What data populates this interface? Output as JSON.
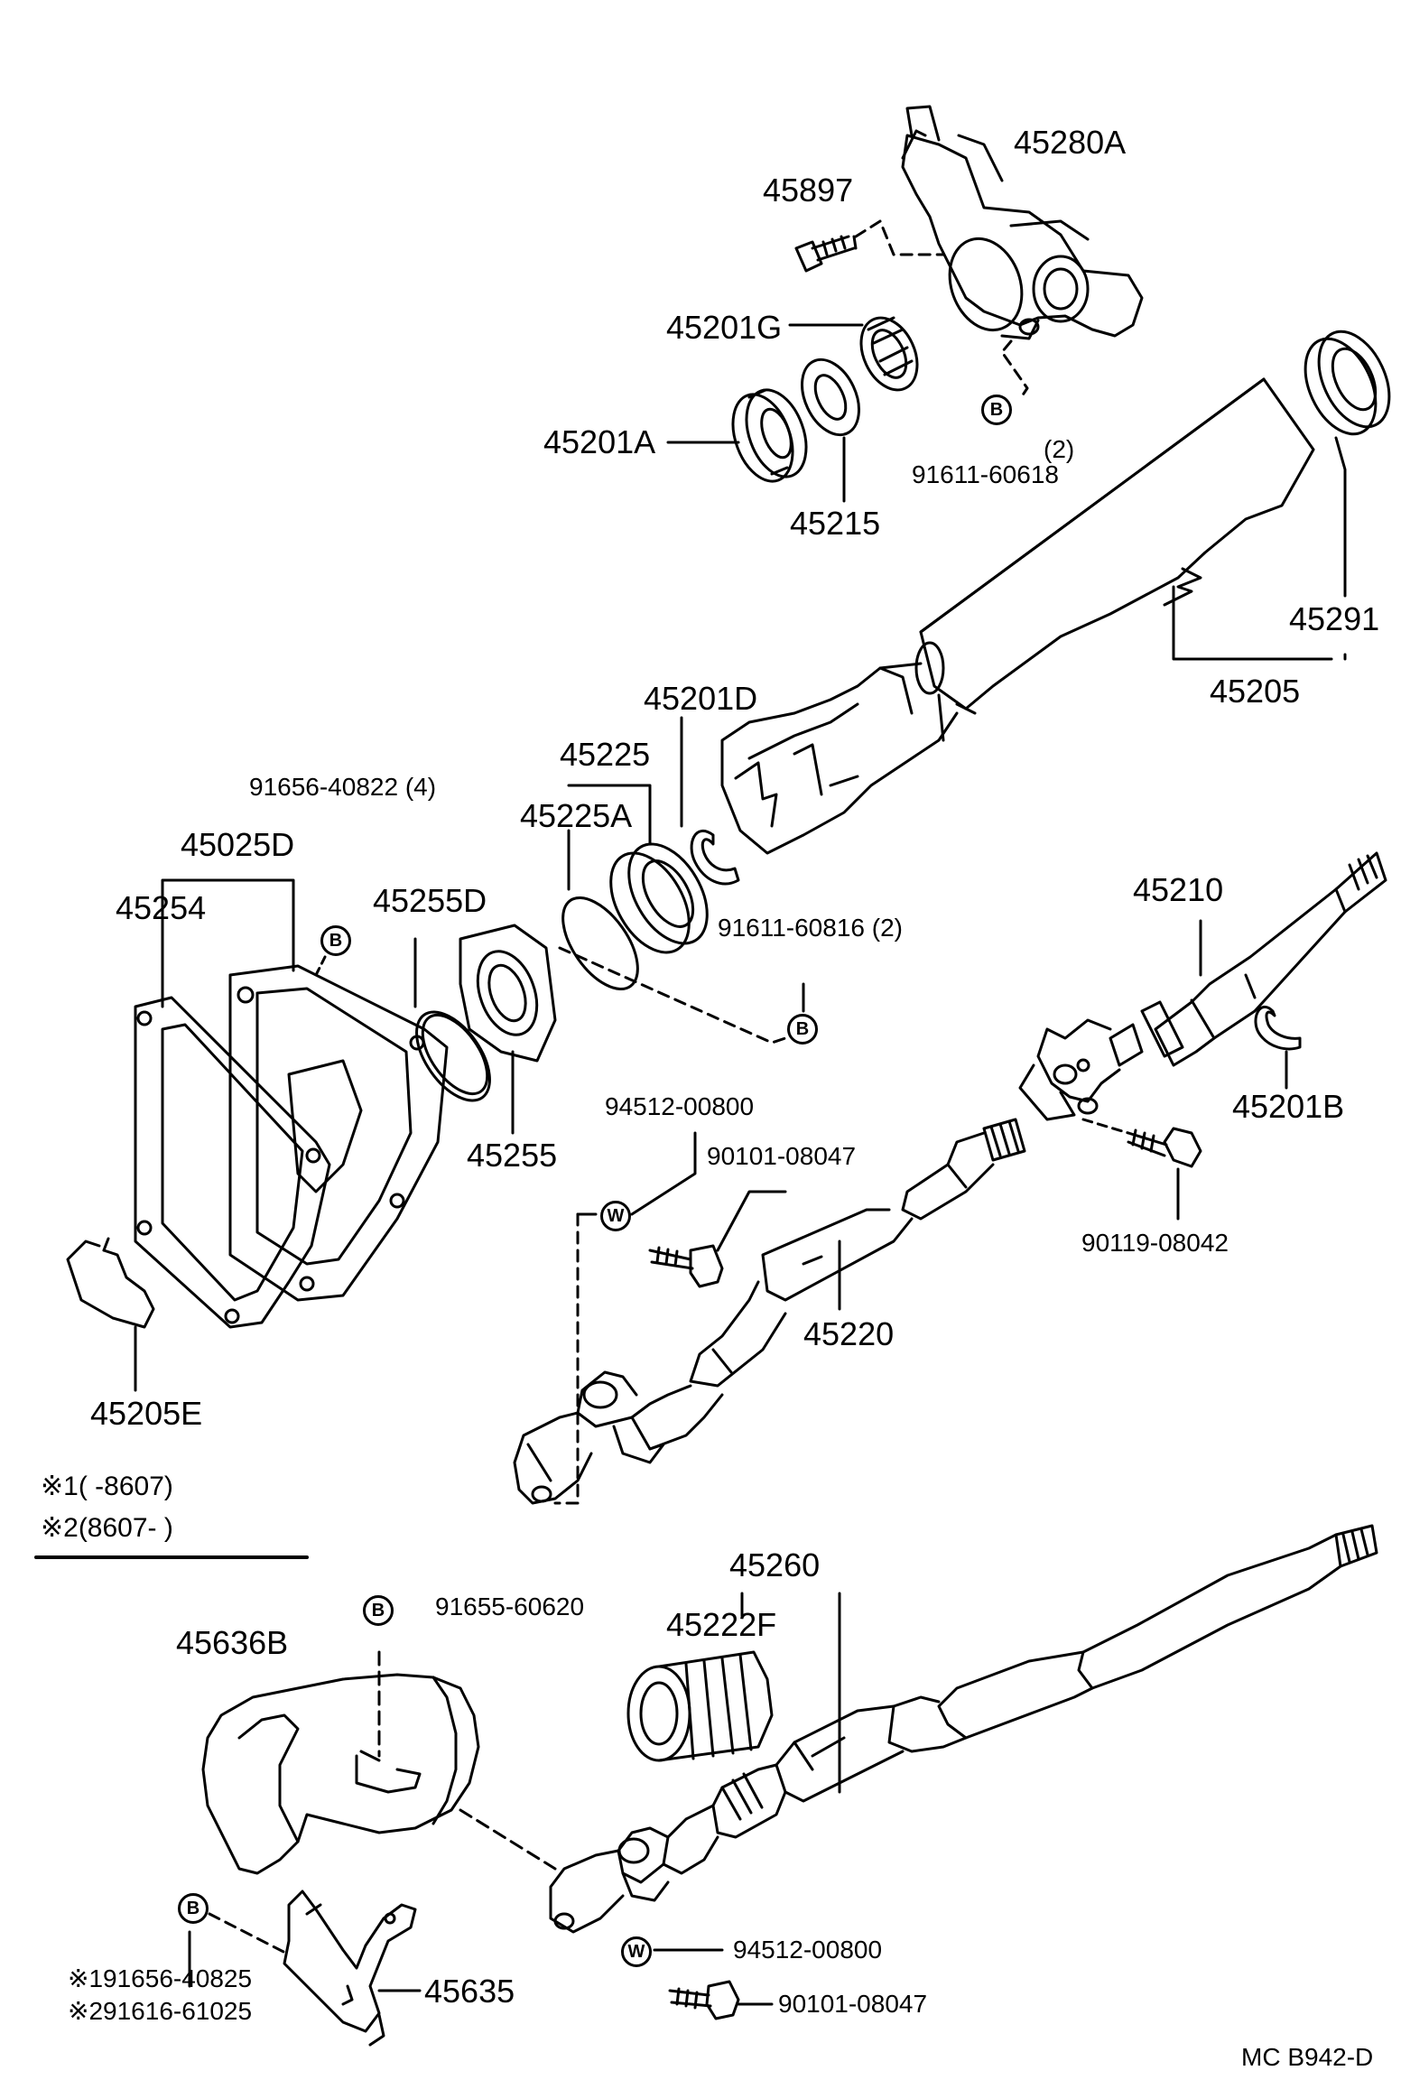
{
  "labels": {
    "p45280A": "45280A",
    "p45897": "45897",
    "p45201G": "45201G",
    "p45201A": "45201A",
    "p45215": "45215",
    "b_mark": "B",
    "w_mark": "W",
    "p91611_60618": "91611-60618",
    "p91611_60618_qty": "(2)",
    "p45291": "45291",
    "p45205": "45205",
    "p45201D": "45201D",
    "p45225": "45225",
    "p45225A": "45225A",
    "p91656_40822": "91656-40822 (4)",
    "p45025D": "45025D",
    "p45254": "45254",
    "p45255D": "45255D",
    "p91611_60816": "91611-60816 (2)",
    "p45210": "45210",
    "p45255": "45255",
    "p94512_00800": "94512-00800",
    "p90101_08047": "90101-08047",
    "p45201B": "45201B",
    "p90119_08042": "90119-08042",
    "p45220": "45220",
    "p45205E": "45205E",
    "note1": "※1(      -8607)",
    "note2": "※2(8607-      )",
    "p91655_60620": "91655-60620",
    "p45260": "45260",
    "p45636B": "45636B",
    "p45222F": "45222F",
    "p94512_00800_b": "94512-00800",
    "p91656_40825": "※191656-40825",
    "p91616_61025": "※291616-61025",
    "p45635": "45635",
    "p90101_08047_b": "90101-08047",
    "diagram_code": "MC  B942-D"
  }
}
